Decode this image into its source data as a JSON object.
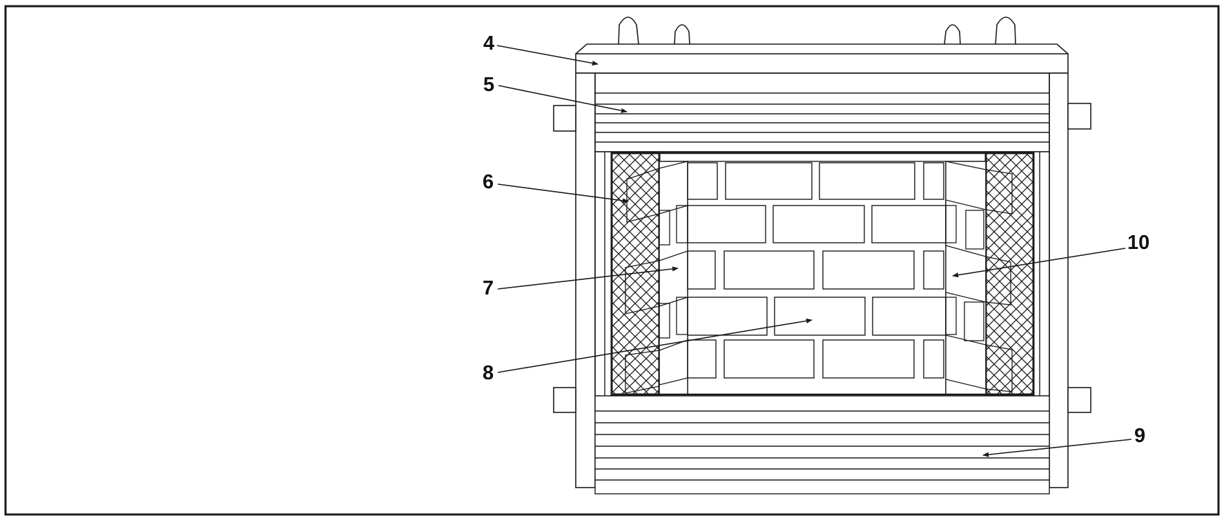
{
  "callouts": [
    {
      "id": "4",
      "label": "4"
    },
    {
      "id": "5",
      "label": "5"
    },
    {
      "id": "6",
      "label": "6"
    },
    {
      "id": "7",
      "label": "7"
    },
    {
      "id": "8",
      "label": "8"
    },
    {
      "id": "9",
      "label": "9"
    },
    {
      "id": "10",
      "label": "10"
    }
  ],
  "colors": {
    "line": "#1a1a1a",
    "background": "#ffffff"
  }
}
